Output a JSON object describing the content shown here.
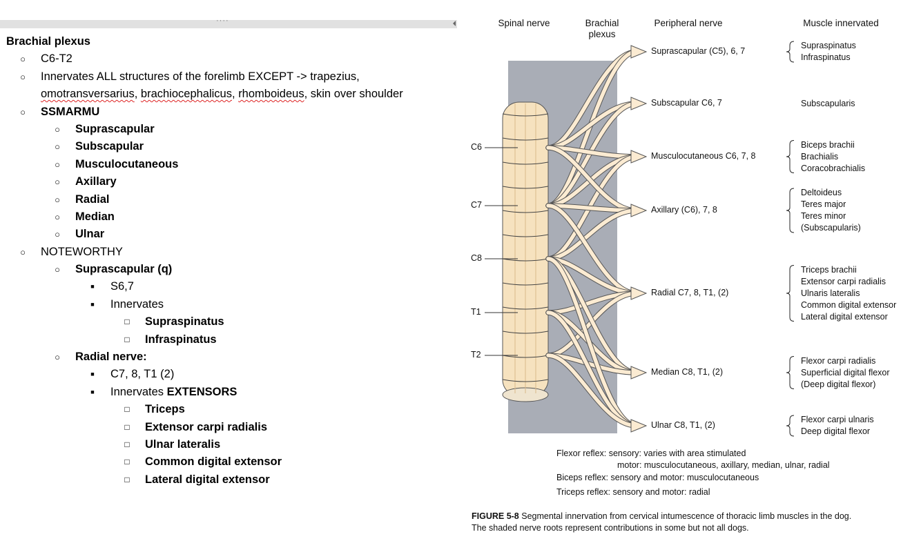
{
  "notes": {
    "rows": [
      {
        "level": 0,
        "text": "Brachial plexus",
        "bold": true
      },
      {
        "level": 1,
        "text": "C6-T2"
      },
      {
        "level": 1,
        "text": "Innervates ALL structures of the forelimb EXCEPT -> trapezius,"
      },
      {
        "level": 1,
        "text": "omotransversarius, brachiocephalicus, rhomboideus, skin over shoulder",
        "continuation": true
      },
      {
        "level": 1,
        "text": "SSMARMU",
        "bold": true
      },
      {
        "level": 2,
        "text": "Suprascapular",
        "bold": true
      },
      {
        "level": 2,
        "text": "Subscapular",
        "bold": true
      },
      {
        "level": 2,
        "text": "Musculocutaneous",
        "bold": true
      },
      {
        "level": 2,
        "text": "Axillary",
        "bold": true
      },
      {
        "level": 2,
        "text": "Radial",
        "bold": true
      },
      {
        "level": 2,
        "text": "Median",
        "bold": true
      },
      {
        "level": 2,
        "text": "Ulnar",
        "bold": true
      },
      {
        "level": 1,
        "text": "NOTEWORTHY"
      },
      {
        "level": 2,
        "text": "Suprascapular (q)",
        "bold": true
      },
      {
        "level": 3,
        "text": "S6,7"
      },
      {
        "level": 3,
        "text": "Innervates"
      },
      {
        "level": 4,
        "text": "Supraspinatus",
        "bold": true
      },
      {
        "level": 4,
        "text": "Infraspinatus",
        "bold": true
      },
      {
        "level": 2,
        "text": "Radial nerve:",
        "bold": true
      },
      {
        "level": 3,
        "text": "C7, 8, T1 (2)"
      },
      {
        "level": 3,
        "text": "Innervates ",
        "suffix_bold": "EXTENSORS"
      },
      {
        "level": 4,
        "text": "Triceps",
        "bold": true
      },
      {
        "level": 4,
        "text": "Extensor carpi radialis",
        "bold": true
      },
      {
        "level": 4,
        "text": "Ulnar lateralis",
        "bold": true
      },
      {
        "level": 4,
        "text": "Common digital extensor",
        "bold": true
      },
      {
        "level": 4,
        "text": "Lateral digital extensor",
        "bold": true
      }
    ],
    "bullets": {
      "1": "○",
      "2": "○",
      "3": "■",
      "4": "□"
    }
  },
  "figure": {
    "headers": {
      "spinal": "Spinal nerve",
      "plexus": "Brachial\nplexus",
      "peripheral": "Peripheral nerve",
      "muscle": "Muscle innervated"
    },
    "segments": [
      "C6",
      "C7",
      "C8",
      "T1",
      "T2"
    ],
    "nerves": [
      {
        "label": "Suprascapular (C5), 6, 7",
        "muscles": [
          "Supraspinatus",
          "Infraspinatus"
        ]
      },
      {
        "label": "Subscapular C6, 7",
        "muscles": [
          "Subscapularis"
        ]
      },
      {
        "label": "Musculocutaneous C6, 7, 8",
        "muscles": [
          "Biceps brachii",
          "Brachialis",
          "Coracobrachialis"
        ]
      },
      {
        "label": "Axillary (C6), 7, 8",
        "muscles": [
          "Deltoideus",
          "Teres major",
          "Teres minor",
          "(Subscapularis)"
        ]
      },
      {
        "label": "Radial C7, 8, T1, (2)",
        "muscles": [
          "Triceps brachii",
          "Extensor carpi radialis",
          "Ulnaris lateralis",
          "Common digital extensor",
          "Lateral digital extensor"
        ]
      },
      {
        "label": "Median C8, T1, (2)",
        "muscles": [
          "Flexor carpi radialis",
          "Superficial digital flexor",
          "(Deep digital flexor)"
        ]
      },
      {
        "label": "Ulnar C8, T1, (2)",
        "muscles": [
          "Flexor carpi ulnaris",
          "Deep digital flexor"
        ]
      }
    ],
    "reflexes": [
      "Flexor reflex: sensory: varies with area stimulated",
      "motor:  musculocutaneous, axillary, median, ulnar, radial",
      "Biceps reflex: sensory and motor: musculocutaneous",
      "Triceps reflex: sensory and motor: radial"
    ],
    "caption": {
      "label": "FIGURE 5-8",
      "line1": " Segmental innervation from cervical intumescence of thoracic limb muscles in the dog.",
      "line2": "The shaded nerve roots represent contributions in some but not all dogs."
    }
  },
  "colors": {
    "cord": "#f6e2bf",
    "cord_dark": "#d9b98a",
    "nerve": "#fbebd2",
    "shade": "#a9adb6",
    "pane_bar": "#e1e1e1"
  }
}
